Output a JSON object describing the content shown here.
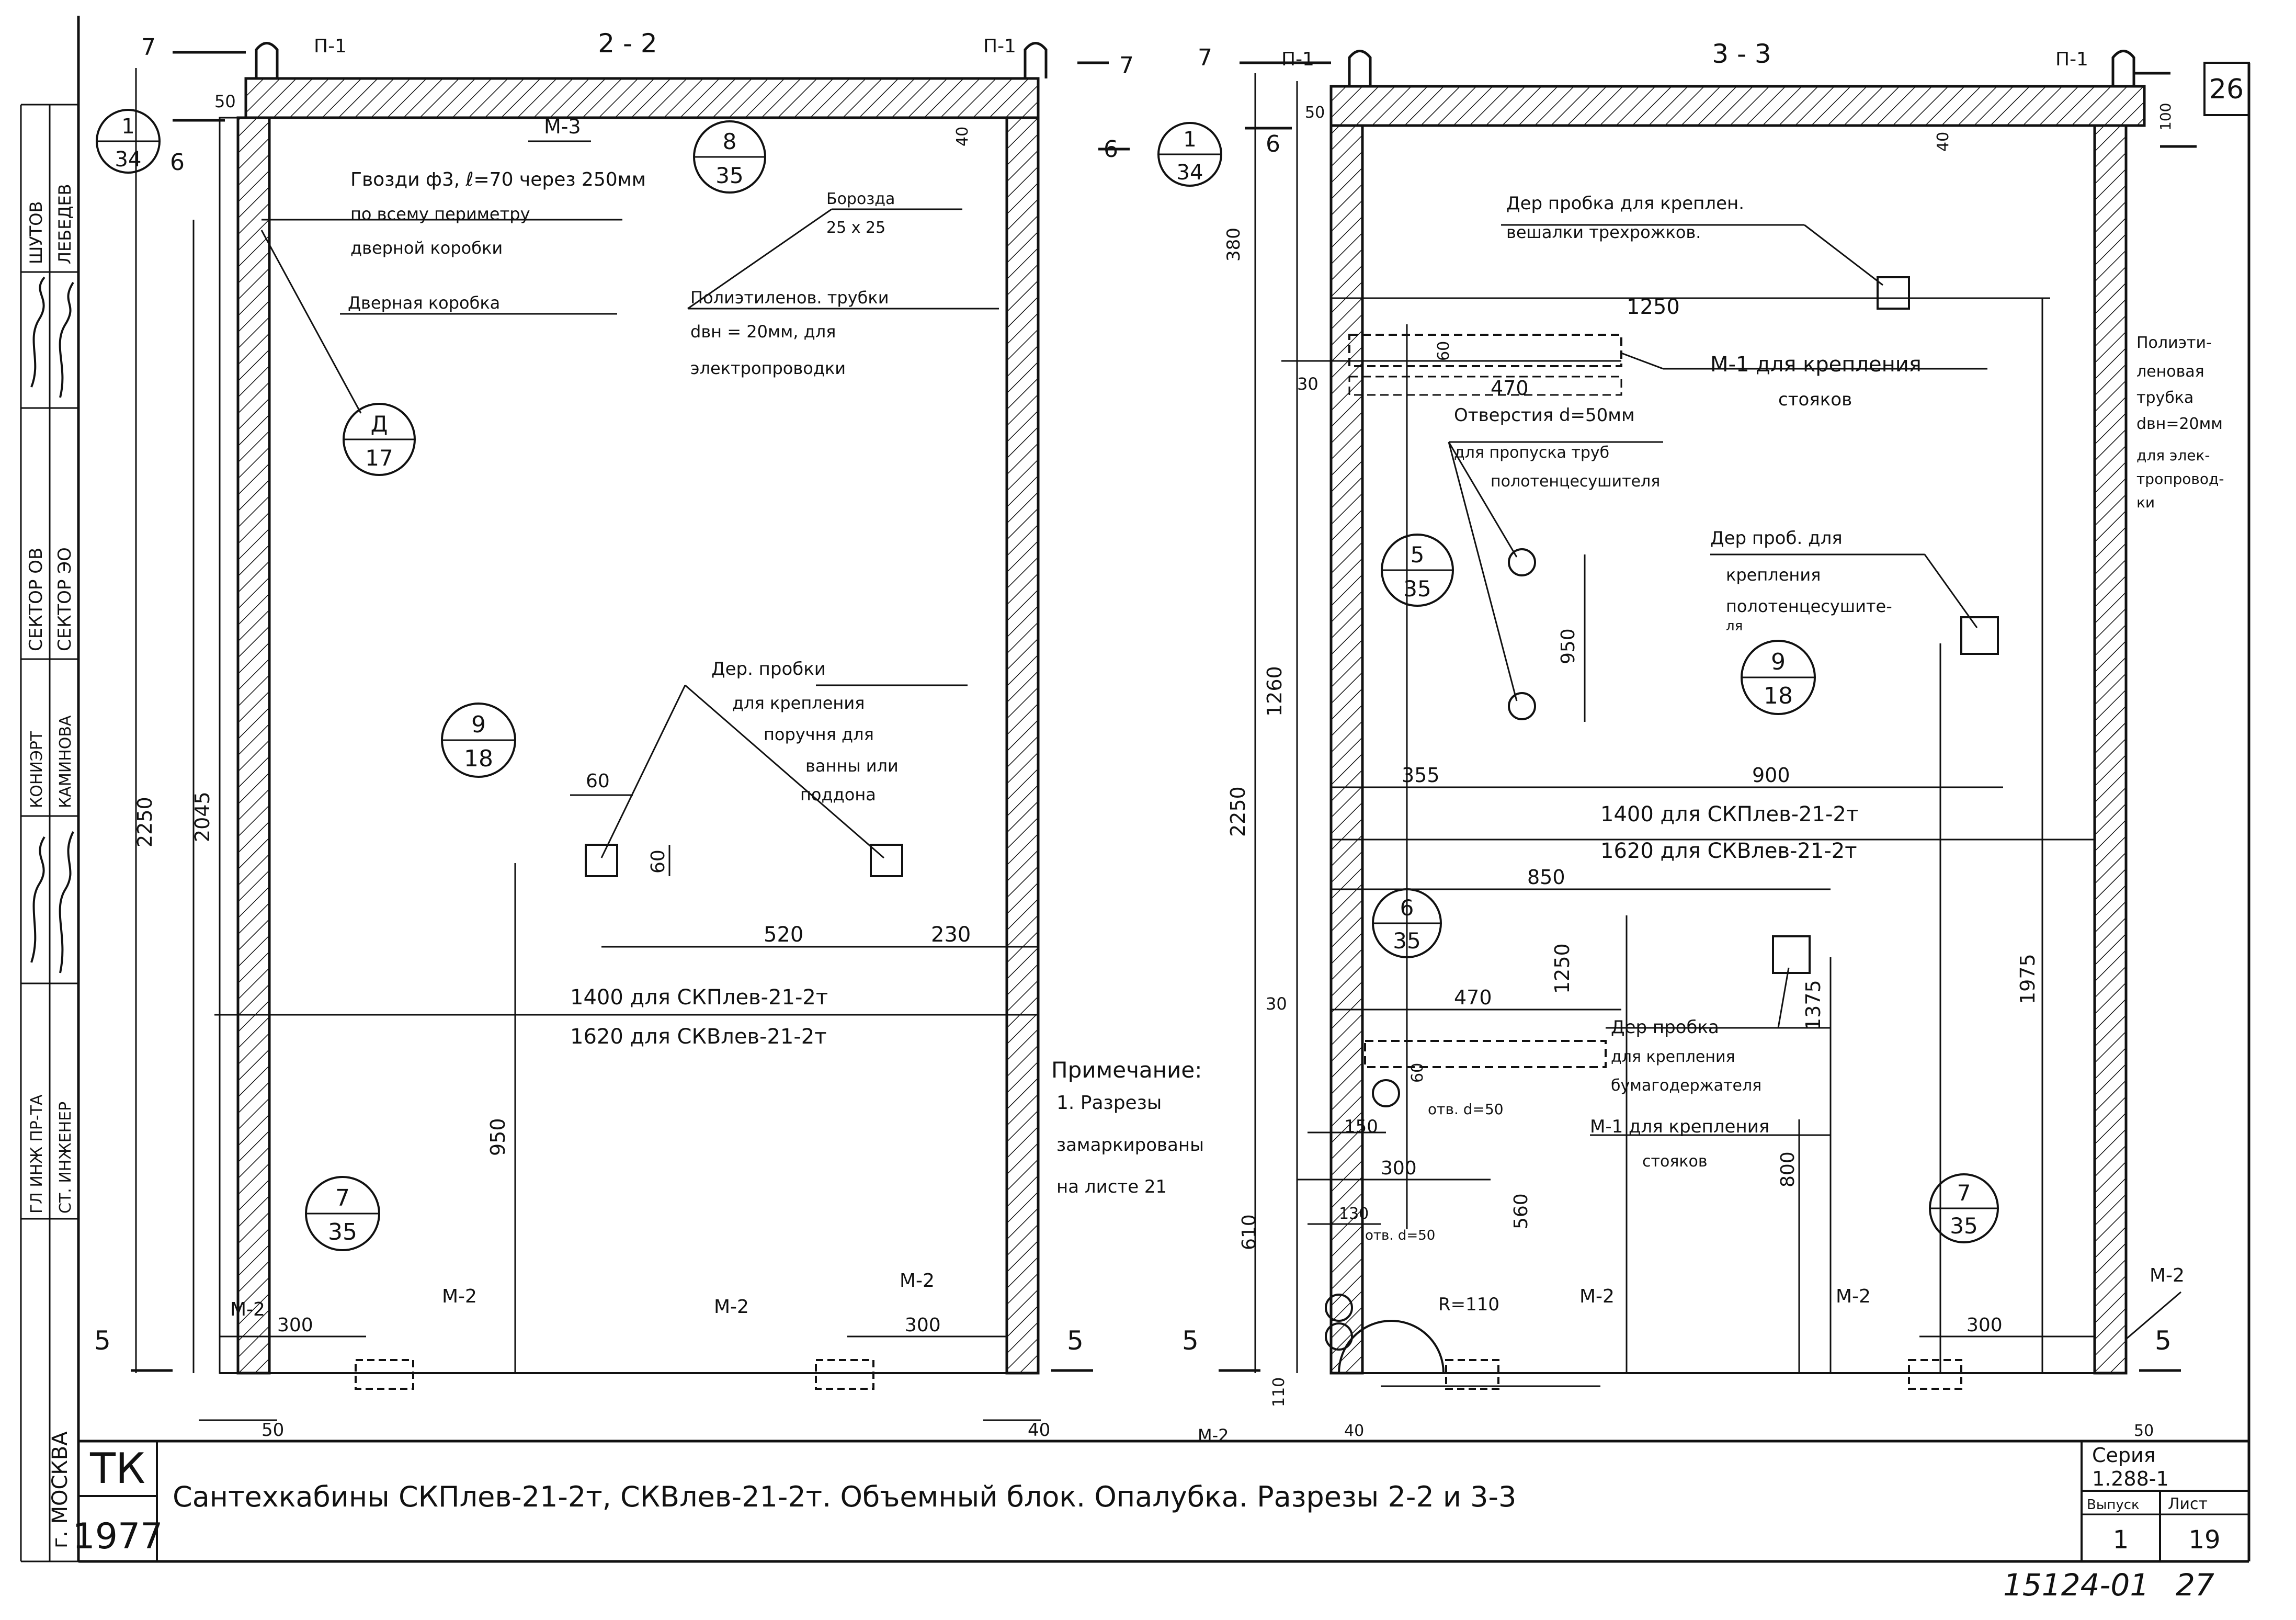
{
  "sheet": {
    "number_top": "26",
    "number_bottom": "27",
    "archive_code": "15124-01"
  },
  "left_stamp": {
    "city": "г. МОСКВА",
    "roles": [
      "ГЛ ИНЖ ПР-ТА",
      "СТ. ИНЖЕНЕР",
      "КОНИЭРТ",
      "КАМИНОВА",
      "СЕКТОР ОВ",
      "СЕКТОР ЭО",
      "ШУТОВ",
      "ЛЕБЕДЕВ"
    ]
  },
  "title_block": {
    "org": "ТК",
    "year": "1977",
    "title": "Сантехкабины СКПлев-21-2т, СКВлев-21-2т. Объемный блок. Опалубка. Разрезы 2-2 и 3-3",
    "series_label": "Серия",
    "series": "1.288-1",
    "issue_label": "Выпуск",
    "issue": "1",
    "sheet_label": "Лист",
    "sheet_no": "19"
  },
  "section_left": {
    "title": "2 - 2",
    "labels": {
      "p1": "П-1",
      "m3": "М-3",
      "m2": "М-2",
      "nails": [
        "Гвозди ф3, ℓ=70 через 250мм",
        "по всему периметру",
        "дверной коробки"
      ],
      "door_frame": "Дверная коробка",
      "groove": [
        "Борозда",
        "25 х 25"
      ],
      "tubes": [
        "Полиэтиленов. трубки",
        "dвн = 20мм, для",
        "электропроводки"
      ],
      "plugs": [
        "Дер. пробки",
        "для крепления",
        "поручня для",
        "ванны или",
        "поддона"
      ],
      "width_1": "1400 для СКПлев-21-2т",
      "width_2": "1620 для СКВлев-21-2т"
    },
    "callouts": [
      {
        "top": "1",
        "bottom": "34"
      },
      {
        "top": "8",
        "bottom": "35"
      },
      {
        "top": "Д",
        "bottom": "17"
      },
      {
        "top": "9",
        "bottom": "18"
      },
      {
        "top": "7",
        "bottom": "35"
      }
    ],
    "dims": [
      "2250",
      "2045",
      "950",
      "520",
      "230",
      "60",
      "60",
      "300",
      "300",
      "50",
      "50",
      "40",
      "40",
      "7",
      "7",
      "6",
      "6",
      "5",
      "5"
    ]
  },
  "section_right": {
    "title": "3 - 3",
    "labels": {
      "p1": "П-1",
      "m1_a": [
        "М-1 для крепления",
        "стояков"
      ],
      "m1_b": [
        "М-1 для крепления",
        "стояков"
      ],
      "m2": "М-2",
      "hanger": [
        "Дер пробка для креплен.",
        "вешалки трехрожков."
      ],
      "tube": [
        "Полиэти-",
        "леновая",
        "трубка",
        "dвн=20мм",
        "для элек-",
        "тропровод-",
        "ки"
      ],
      "holes": [
        "Отверстия d=50мм",
        "для пропуска труб",
        "полотенцесушителя"
      ],
      "towel": [
        "Дер проб. для",
        "крепления",
        "полотенцесушите-",
        "ля"
      ],
      "paper": [
        "Дер пробка",
        "для крепления",
        "бумагодержателя"
      ],
      "hole_a": "отв. d=50",
      "hole_b": "отв. d=50",
      "radius": "R=110",
      "width_1": "1400 для СКПлев-21-2т",
      "width_2": "1620 для СКВлев-21-2т"
    },
    "callouts": [
      {
        "top": "1",
        "bottom": "34"
      },
      {
        "top": "5",
        "bottom": "35"
      },
      {
        "top": "9",
        "bottom": "18"
      },
      {
        "top": "6",
        "bottom": "35"
      },
      {
        "top": "7",
        "bottom": "35"
      }
    ],
    "dims": [
      "1250",
      "470",
      "470",
      "355",
      "900",
      "850",
      "380",
      "1260",
      "2250",
      "1250",
      "950",
      "1375",
      "1975",
      "800",
      "560",
      "610",
      "300",
      "300",
      "150",
      "130",
      "110",
      "60",
      "60",
      "50",
      "50",
      "30",
      "30",
      "100",
      "40",
      "40",
      "7",
      "6",
      "5",
      "5"
    ]
  },
  "note": {
    "heading": "Примечание:",
    "lines": [
      "1. Разрезы",
      "замаркированы",
      "на листе 21"
    ]
  }
}
